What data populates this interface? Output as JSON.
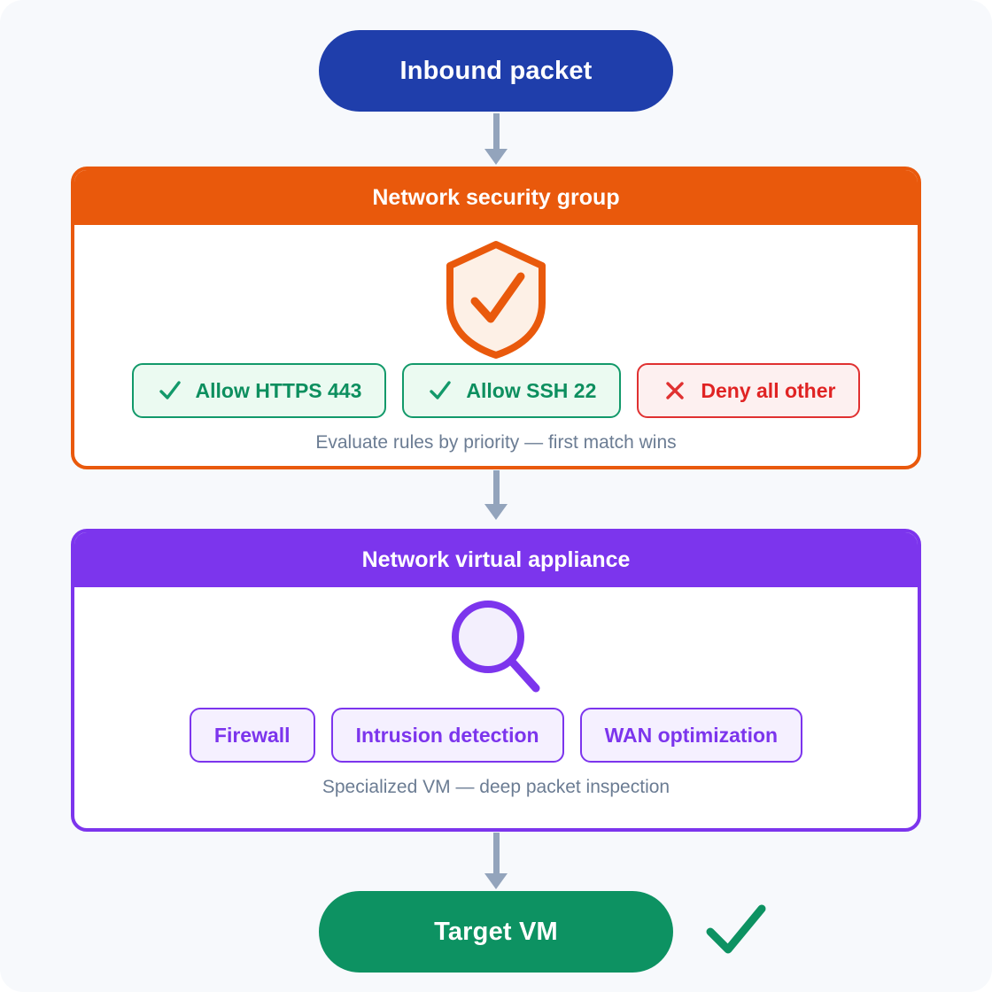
{
  "theme": {
    "page_background": "#f7f9fc",
    "start_color": "#1f3eab",
    "nsg_color": "#e9590c",
    "nva_color": "#7c35ed",
    "target_color": "#0d9262",
    "allow_color": "#0d8f5f",
    "deny_color": "#e02424",
    "arrow_color": "#93a4bc",
    "caption_color": "#6b7c93"
  },
  "flow": {
    "start": {
      "label": "Inbound packet",
      "shape": "pill"
    },
    "target": {
      "label": "Target VM",
      "shape": "pill",
      "check_icon": "check-icon"
    },
    "arrows": [
      {
        "name": "arrow-start-to-nsg",
        "direction": "down"
      },
      {
        "name": "arrow-nsg-to-nva",
        "direction": "down"
      },
      {
        "name": "arrow-nva-to-target",
        "direction": "down"
      }
    ]
  },
  "stages": [
    {
      "id": "nsg",
      "title": "Network security group",
      "icon": "shield-check-icon",
      "caption": "Evaluate rules by priority — first match wins",
      "chips": [
        {
          "label": "Allow HTTPS 443",
          "glyph": "check-icon",
          "kind": "allow"
        },
        {
          "label": "Allow SSH 22",
          "glyph": "check-icon",
          "kind": "allow"
        },
        {
          "label": "Deny all other",
          "glyph": "cross-icon",
          "kind": "deny"
        }
      ]
    },
    {
      "id": "nva",
      "title": "Network virtual appliance",
      "icon": "magnifier-icon",
      "caption": "Specialized VM — deep packet inspection",
      "chips": [
        {
          "label": "Firewall",
          "glyph": "",
          "kind": "nva"
        },
        {
          "label": "Intrusion detection",
          "glyph": "",
          "kind": "nva"
        },
        {
          "label": "WAN optimization",
          "glyph": "",
          "kind": "nva"
        }
      ]
    }
  ]
}
